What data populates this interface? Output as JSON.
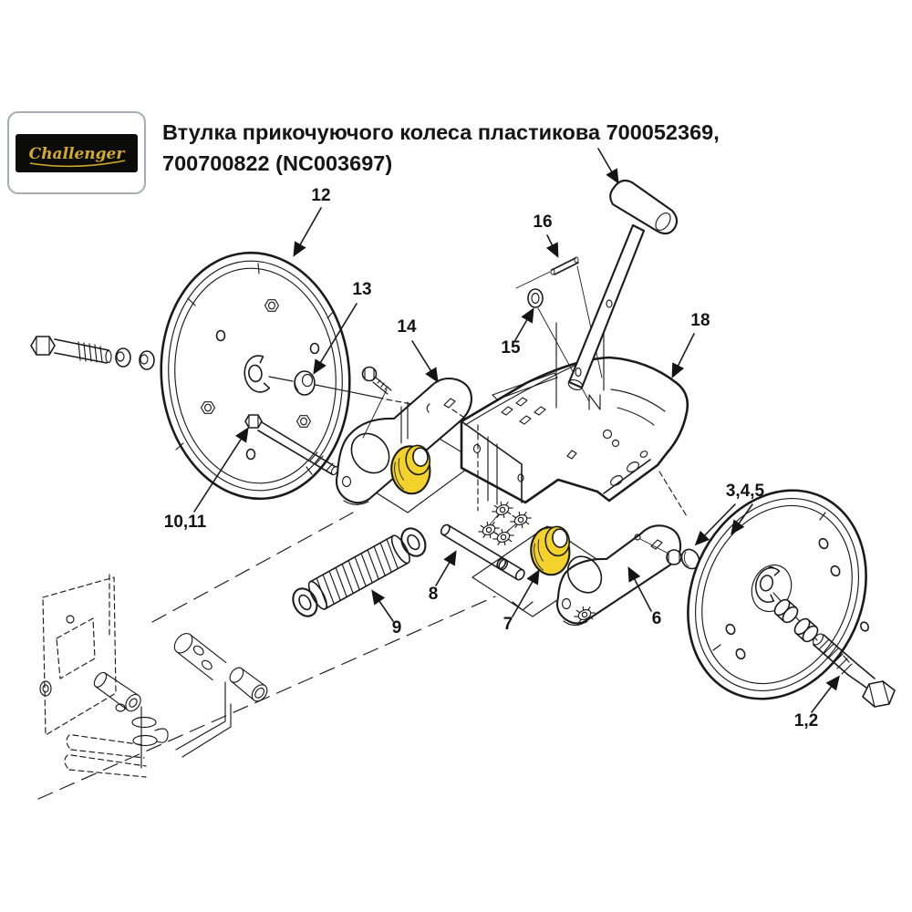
{
  "header": {
    "logo": {
      "brand": "Challenger"
    },
    "title_line1": "Втулка прикочуючого колеса пластикова 700052369,",
    "title_line2": "700700822 (NC003697)"
  },
  "colors": {
    "diagram_line": "#1b1b1b",
    "highlight_yellow": "#F3D32B",
    "logo_gold": "#D4AC28",
    "logo_bg": "#0b0b09"
  },
  "callouts": [
    {
      "id": "12",
      "text": "12"
    },
    {
      "id": "13",
      "text": "13"
    },
    {
      "id": "14",
      "text": "14"
    },
    {
      "id": "16",
      "text": "16"
    },
    {
      "id": "15",
      "text": "15"
    },
    {
      "id": "18",
      "text": "18"
    },
    {
      "id": "3,4,5",
      "text": "3,4,5"
    },
    {
      "id": "10,11",
      "text": "10,11"
    },
    {
      "id": "9",
      "text": "9"
    },
    {
      "id": "8",
      "text": "8"
    },
    {
      "id": "7",
      "text": "7"
    },
    {
      "id": "6",
      "text": "6"
    },
    {
      "id": "1,2",
      "text": "1,2"
    }
  ]
}
